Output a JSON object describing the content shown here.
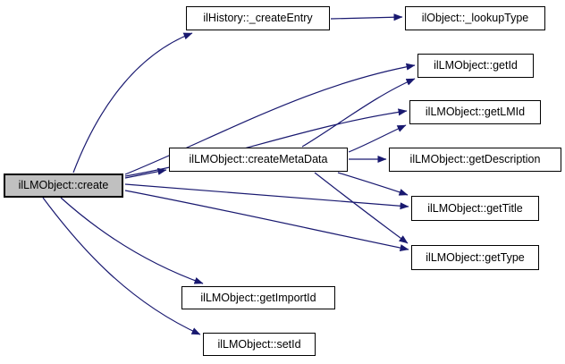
{
  "graph": {
    "type": "call-graph",
    "colors": {
      "background": "#ffffff",
      "edge": "#191970",
      "node_border": "#000000",
      "node_fill": "#ffffff",
      "highlighted_node_fill": "#c0c0c0",
      "text": "#000000"
    },
    "nodes": [
      {
        "id": "create",
        "label": "ilLMObject::create",
        "highlighted": true
      },
      {
        "id": "createEntry",
        "label": "ilHistory::_createEntry",
        "highlighted": false
      },
      {
        "id": "lookupType",
        "label": "ilObject::_lookupType",
        "highlighted": false
      },
      {
        "id": "getId",
        "label": "ilLMObject::getId",
        "highlighted": false
      },
      {
        "id": "getLMId",
        "label": "ilLMObject::getLMId",
        "highlighted": false
      },
      {
        "id": "createMetaData",
        "label": "ilLMObject::createMetaData",
        "highlighted": false
      },
      {
        "id": "getDescription",
        "label": "ilLMObject::getDescription",
        "highlighted": false
      },
      {
        "id": "getTitle",
        "label": "ilLMObject::getTitle",
        "highlighted": false
      },
      {
        "id": "getType",
        "label": "ilLMObject::getType",
        "highlighted": false
      },
      {
        "id": "getImportId",
        "label": "ilLMObject::getImportId",
        "highlighted": false
      },
      {
        "id": "setId",
        "label": "ilLMObject::setId",
        "highlighted": false
      }
    ],
    "edges": [
      {
        "from": "ilLMObject::create",
        "to": "ilHistory::_createEntry"
      },
      {
        "from": "ilLMObject::create",
        "to": "ilLMObject::getId"
      },
      {
        "from": "ilLMObject::create",
        "to": "ilLMObject::getLMId"
      },
      {
        "from": "ilLMObject::create",
        "to": "ilLMObject::createMetaData"
      },
      {
        "from": "ilLMObject::create",
        "to": "ilLMObject::getTitle"
      },
      {
        "from": "ilLMObject::create",
        "to": "ilLMObject::getType"
      },
      {
        "from": "ilLMObject::create",
        "to": "ilLMObject::getImportId"
      },
      {
        "from": "ilLMObject::create",
        "to": "ilLMObject::setId"
      },
      {
        "from": "ilHistory::_createEntry",
        "to": "ilObject::_lookupType"
      },
      {
        "from": "ilLMObject::createMetaData",
        "to": "ilLMObject::getId"
      },
      {
        "from": "ilLMObject::createMetaData",
        "to": "ilLMObject::getLMId"
      },
      {
        "from": "ilLMObject::createMetaData",
        "to": "ilLMObject::getDescription"
      },
      {
        "from": "ilLMObject::createMetaData",
        "to": "ilLMObject::getTitle"
      },
      {
        "from": "ilLMObject::createMetaData",
        "to": "ilLMObject::getType"
      }
    ]
  }
}
